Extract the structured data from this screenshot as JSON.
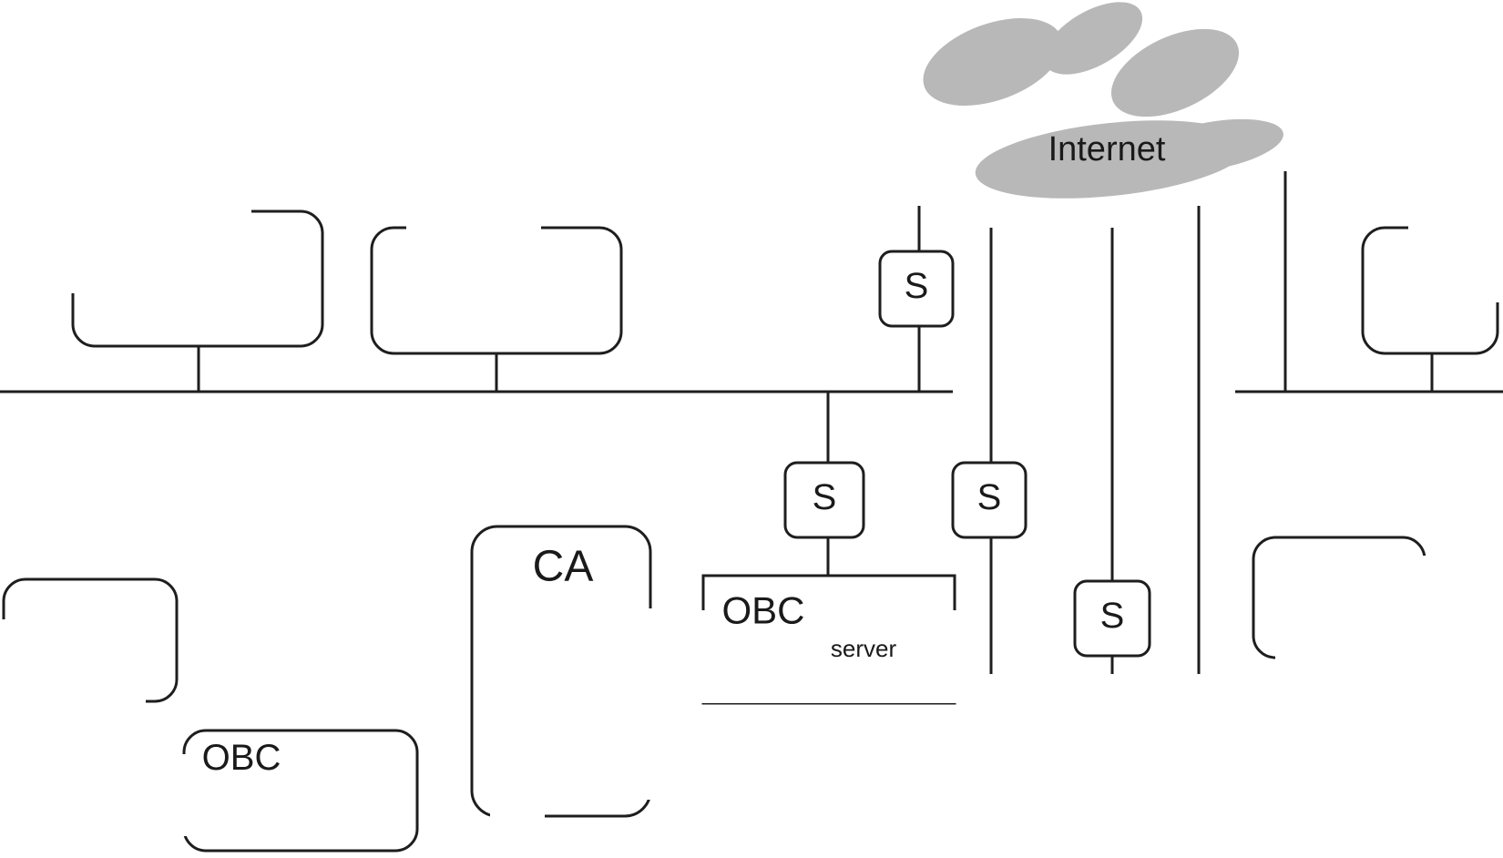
{
  "cloud": {
    "label": "Internet",
    "fill_color": "#b8b8b8"
  },
  "switches": [
    {
      "label": "S"
    },
    {
      "label": "S"
    },
    {
      "label": "S"
    },
    {
      "label": "S"
    }
  ],
  "node_fragments": {
    "lan_node_1_text": "",
    "lan_node_2_text": "",
    "right_node_top": "",
    "ca_node_title": "CA",
    "obc_server_title": "OBC",
    "obc_server_sub": "server",
    "obc_bottom_title": "OBC",
    "right_node_bottom_text": ""
  },
  "colors": {
    "line": "#1e1e1e",
    "background": "#ffffff"
  }
}
